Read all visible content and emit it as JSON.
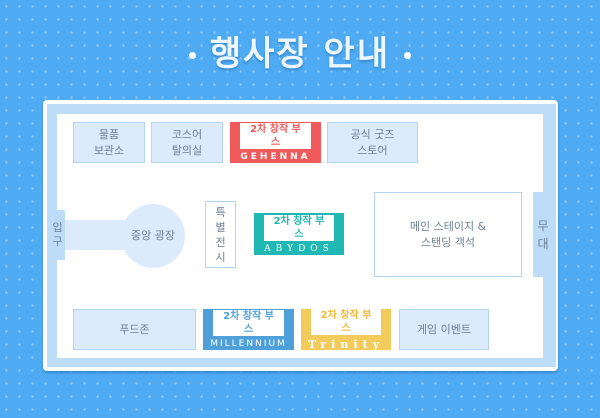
{
  "title": "행사장 안내",
  "rooms": {
    "storage": "물품\n보관소",
    "cosplay": "코스어\n탈의실",
    "goods": "공식 굿즈\n스토어",
    "entrance": "입\n구",
    "plaza": "중앙 광장",
    "exhibit": "특\n별\n전\n시",
    "main_stage": "메인 스테이지 &\n스탠딩 객석",
    "stage": "무\n대",
    "food": "푸드존",
    "game": "게임 이벤트"
  },
  "booths": [
    {
      "tag": "2차 창작 부스",
      "name": "GEHENNA",
      "color": "#f05a5a"
    },
    {
      "tag": "2차 창작 부스",
      "name": "ABYDOS",
      "color": "#1fb8b3"
    },
    {
      "tag": "2차 창작 부스",
      "name": "MILLENNIUM",
      "color": "#4f9fd8"
    },
    {
      "tag": "2차 창작 부스",
      "name": "Trinity",
      "color": "#f2cb5a"
    }
  ]
}
